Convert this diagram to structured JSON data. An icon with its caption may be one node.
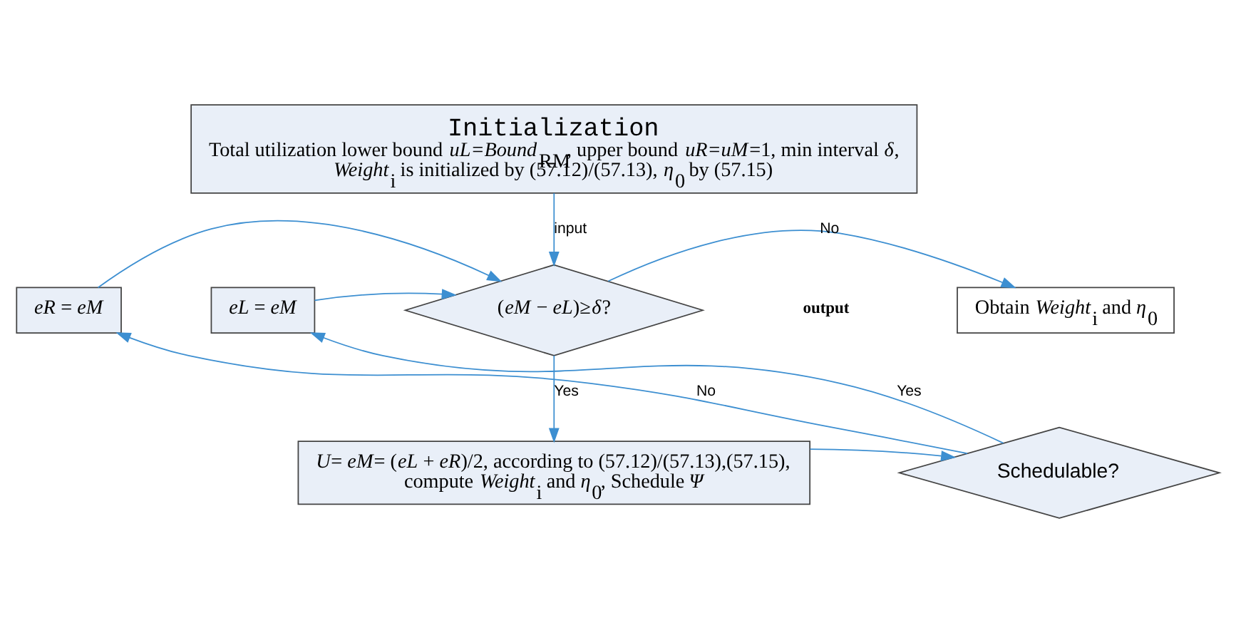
{
  "diagram": {
    "nodes": [
      {
        "text": [
          "Initialization",
          "Total utilization lower bound *uL=Bound*$_{RM}$, upper bound *uR=uM*=1, min interval *δ*, *Weight*$_{i}$ is initialized by (57.12)/(57.13), *η*$_{0}$ by (57.15)"
        ]
      },
      {
        "text": [
          "(*eM* − *eL*)≥*δ*?"
        ]
      },
      {
        "text": [
          "Obtain *Weight*$_{i}$ and *η*$_{0}$"
        ]
      },
      {
        "text": [
          "*eR* = *eM*"
        ]
      },
      {
        "text": [
          "*eL* = *eM*"
        ]
      },
      {
        "text": [
          "*U*= *eM*= (*eL* + *eR*)/2, according to (57.12)/(57.13),(57.15), compute *Weight*$_{i}$ and *η*$_{0}$, Schedule *Ψ*"
        ]
      },
      {
        "text": [
          "Schedulable?"
        ]
      }
    ],
    "edges": [
      {
        "from": 0,
        "to": 1,
        "arrow": "to",
        "label": "input"
      },
      {
        "from": 1,
        "to": 2,
        "arrow": "to",
        "label": "No"
      },
      {
        "from": 1,
        "to": 5,
        "arrow": "to",
        "label": "Yes"
      },
      {
        "from": 5,
        "to": 6,
        "arrow": "to"
      },
      {
        "from": 6,
        "to": 4,
        "arrow": "to",
        "label": "Yes"
      },
      {
        "from": 6,
        "to": 3,
        "arrow": "to",
        "label": "No"
      },
      {
        "from": 3,
        "to": 1,
        "arrow": "to"
      },
      {
        "from": 4,
        "to": 1,
        "arrow": "to"
      }
    ],
    "labels": [
      "output"
    ]
  }
}
